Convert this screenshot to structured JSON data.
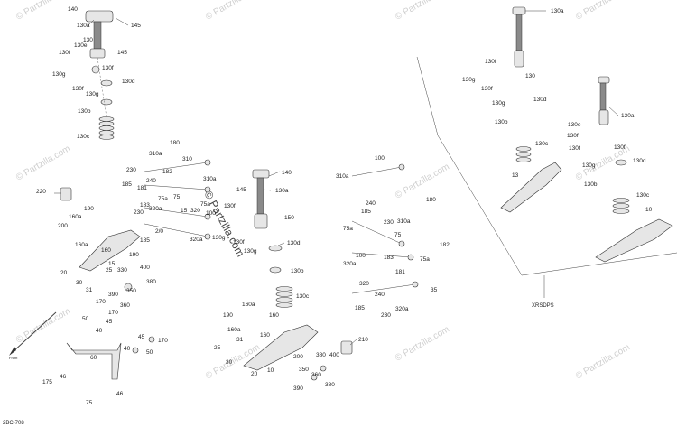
{
  "diagram_code": "2BC-708",
  "variant_label": "XRSDPS",
  "front_label": "Front",
  "watermark": "© Partzilla.com",
  "callouts": [
    {
      "id": "c1",
      "text": "140"
    },
    {
      "id": "c2",
      "text": "130a"
    },
    {
      "id": "c3",
      "text": "145"
    },
    {
      "id": "c4",
      "text": "130"
    },
    {
      "id": "c5",
      "text": "130e"
    },
    {
      "id": "c6",
      "text": "145"
    },
    {
      "id": "c7",
      "text": "130f"
    },
    {
      "id": "c8",
      "text": "130f"
    },
    {
      "id": "c9",
      "text": "130g"
    },
    {
      "id": "c10",
      "text": "130f"
    },
    {
      "id": "c11",
      "text": "130g"
    },
    {
      "id": "c12",
      "text": "130d"
    },
    {
      "id": "c13",
      "text": "130b"
    },
    {
      "id": "c14",
      "text": "130c"
    },
    {
      "id": "c15",
      "text": "180"
    },
    {
      "id": "c16",
      "text": "310a"
    },
    {
      "id": "c17",
      "text": "310"
    },
    {
      "id": "c18",
      "text": "230"
    },
    {
      "id": "c19",
      "text": "182"
    },
    {
      "id": "c20",
      "text": "185"
    },
    {
      "id": "c21",
      "text": "240"
    },
    {
      "id": "c22",
      "text": "181"
    },
    {
      "id": "c23",
      "text": "183"
    },
    {
      "id": "c24",
      "text": "75a"
    },
    {
      "id": "c25",
      "text": "75"
    },
    {
      "id": "c26",
      "text": "320a"
    },
    {
      "id": "c27",
      "text": "230"
    },
    {
      "id": "c28",
      "text": "15"
    },
    {
      "id": "c29",
      "text": "320"
    },
    {
      "id": "c30",
      "text": "185"
    },
    {
      "id": "c31",
      "text": "2/0"
    },
    {
      "id": "c32",
      "text": "320a"
    },
    {
      "id": "c33",
      "text": "310a"
    },
    {
      "id": "c34",
      "text": "145"
    },
    {
      "id": "c35",
      "text": "100"
    },
    {
      "id": "c36",
      "text": "75a"
    },
    {
      "id": "c37",
      "text": "140"
    },
    {
      "id": "c38",
      "text": "130a"
    },
    {
      "id": "c39",
      "text": "130f"
    },
    {
      "id": "c40",
      "text": "130f"
    },
    {
      "id": "c41",
      "text": "130g"
    },
    {
      "id": "c42",
      "text": "130g"
    },
    {
      "id": "c43",
      "text": "150"
    },
    {
      "id": "c44",
      "text": "130d"
    },
    {
      "id": "c45",
      "text": "130b"
    },
    {
      "id": "c46",
      "text": "130c"
    },
    {
      "id": "c47",
      "text": "220"
    },
    {
      "id": "c48",
      "text": "190"
    },
    {
      "id": "c49",
      "text": "160a"
    },
    {
      "id": "c50",
      "text": "200"
    },
    {
      "id": "c51",
      "text": "160a"
    },
    {
      "id": "c52",
      "text": "160"
    },
    {
      "id": "c53",
      "text": "190"
    },
    {
      "id": "c54",
      "text": "15"
    },
    {
      "id": "c55",
      "text": "20"
    },
    {
      "id": "c56",
      "text": "25"
    },
    {
      "id": "c57",
      "text": "330"
    },
    {
      "id": "c58",
      "text": "400"
    },
    {
      "id": "c59",
      "text": "30"
    },
    {
      "id": "c60",
      "text": "31"
    },
    {
      "id": "c61",
      "text": "390"
    },
    {
      "id": "c62",
      "text": "350"
    },
    {
      "id": "c63",
      "text": "380"
    },
    {
      "id": "c64",
      "text": "360"
    },
    {
      "id": "c65",
      "text": "170"
    },
    {
      "id": "c66",
      "text": "50"
    },
    {
      "id": "c67",
      "text": "45"
    },
    {
      "id": "c68",
      "text": "40"
    },
    {
      "id": "c69",
      "text": "170"
    },
    {
      "id": "c70",
      "text": "40"
    },
    {
      "id": "c71",
      "text": "45"
    },
    {
      "id": "c72",
      "text": "170"
    },
    {
      "id": "c73",
      "text": "50"
    },
    {
      "id": "c74",
      "text": "60"
    },
    {
      "id": "c75",
      "text": "46"
    },
    {
      "id": "c76",
      "text": "175"
    },
    {
      "id": "c77",
      "text": "46"
    },
    {
      "id": "c78",
      "text": "75"
    },
    {
      "id": "c79",
      "text": "160a"
    },
    {
      "id": "c80",
      "text": "190"
    },
    {
      "id": "c81",
      "text": "160"
    },
    {
      "id": "c82",
      "text": "160a"
    },
    {
      "id": "c83",
      "text": "160"
    },
    {
      "id": "c84",
      "text": "31"
    },
    {
      "id": "c85",
      "text": "25"
    },
    {
      "id": "c86",
      "text": "30"
    },
    {
      "id": "c87",
      "text": "20"
    },
    {
      "id": "c88",
      "text": "10"
    },
    {
      "id": "c89",
      "text": "210"
    },
    {
      "id": "c90",
      "text": "200"
    },
    {
      "id": "c91",
      "text": "380"
    },
    {
      "id": "c92",
      "text": "400"
    },
    {
      "id": "c93",
      "text": "350"
    },
    {
      "id": "c94",
      "text": "360"
    },
    {
      "id": "c95",
      "text": "390"
    },
    {
      "id": "c96",
      "text": "380"
    },
    {
      "id": "c97",
      "text": "310a"
    },
    {
      "id": "c98",
      "text": "100"
    },
    {
      "id": "c99",
      "text": "240"
    },
    {
      "id": "c100",
      "text": "185"
    },
    {
      "id": "c101",
      "text": "180"
    },
    {
      "id": "c102",
      "text": "230"
    },
    {
      "id": "c103",
      "text": "310a"
    },
    {
      "id": "c104",
      "text": "75a"
    },
    {
      "id": "c105",
      "text": "75"
    },
    {
      "id": "c106",
      "text": "182"
    },
    {
      "id": "c107",
      "text": "100"
    },
    {
      "id": "c108",
      "text": "183"
    },
    {
      "id": "c109",
      "text": "75a"
    },
    {
      "id": "c110",
      "text": "320a"
    },
    {
      "id": "c111",
      "text": "181"
    },
    {
      "id": "c112",
      "text": "320"
    },
    {
      "id": "c113",
      "text": "35"
    },
    {
      "id": "c114",
      "text": "240"
    },
    {
      "id": "c115",
      "text": "185"
    },
    {
      "id": "c116",
      "text": "230"
    },
    {
      "id": "c117",
      "text": "320a"
    },
    {
      "id": "c118",
      "text": "130a"
    },
    {
      "id": "c119",
      "text": "130f"
    },
    {
      "id": "c120",
      "text": "130g"
    },
    {
      "id": "c121",
      "text": "130"
    },
    {
      "id": "c122",
      "text": "130f"
    },
    {
      "id": "c123",
      "text": "130g"
    },
    {
      "id": "c124",
      "text": "130d"
    },
    {
      "id": "c125",
      "text": "130b"
    },
    {
      "id": "c126",
      "text": "130c"
    },
    {
      "id": "c127",
      "text": "13"
    },
    {
      "id": "c128",
      "text": "130a"
    },
    {
      "id": "c129",
      "text": "130e"
    },
    {
      "id": "c130",
      "text": "130f"
    },
    {
      "id": "c131",
      "text": "130f"
    },
    {
      "id": "c132",
      "text": "130g"
    },
    {
      "id": "c133",
      "text": "130d"
    },
    {
      "id": "c134",
      "text": "130b"
    },
    {
      "id": "c135",
      "text": "130c"
    },
    {
      "id": "c136",
      "text": "10"
    },
    {
      "id": "c137",
      "text": "130f"
    }
  ]
}
